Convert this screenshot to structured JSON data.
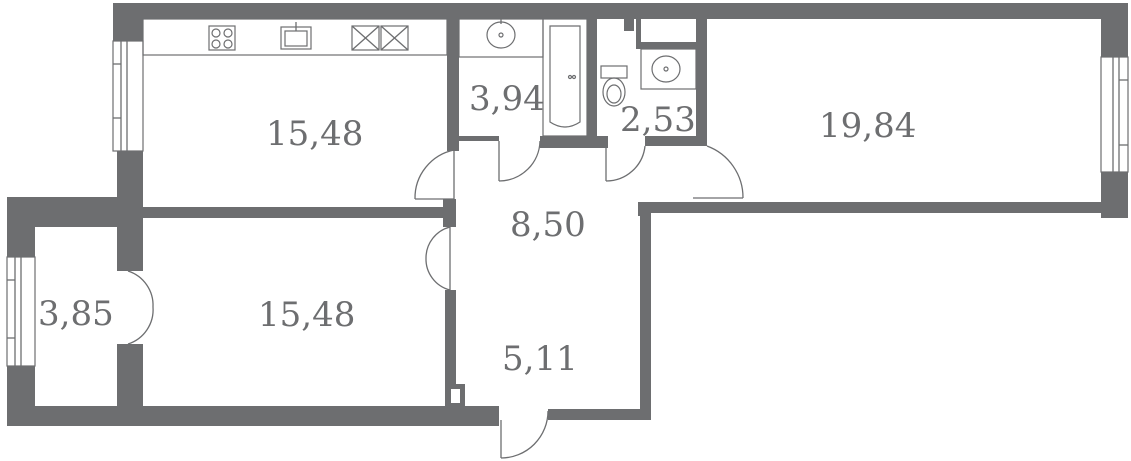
{
  "rooms": [
    {
      "id": "kitchen",
      "area": "15,48"
    },
    {
      "id": "bathroom",
      "area": "3,94"
    },
    {
      "id": "toilet",
      "area": "2,53"
    },
    {
      "id": "bedroom-right",
      "area": "19,84"
    },
    {
      "id": "hallway",
      "area": "8,50"
    },
    {
      "id": "balcony",
      "area": "3,85"
    },
    {
      "id": "bedroom-left",
      "area": "15,48"
    },
    {
      "id": "entry",
      "area": "5,11"
    }
  ],
  "colors": {
    "wall": "#6d6e70",
    "background": "#ffffff"
  }
}
